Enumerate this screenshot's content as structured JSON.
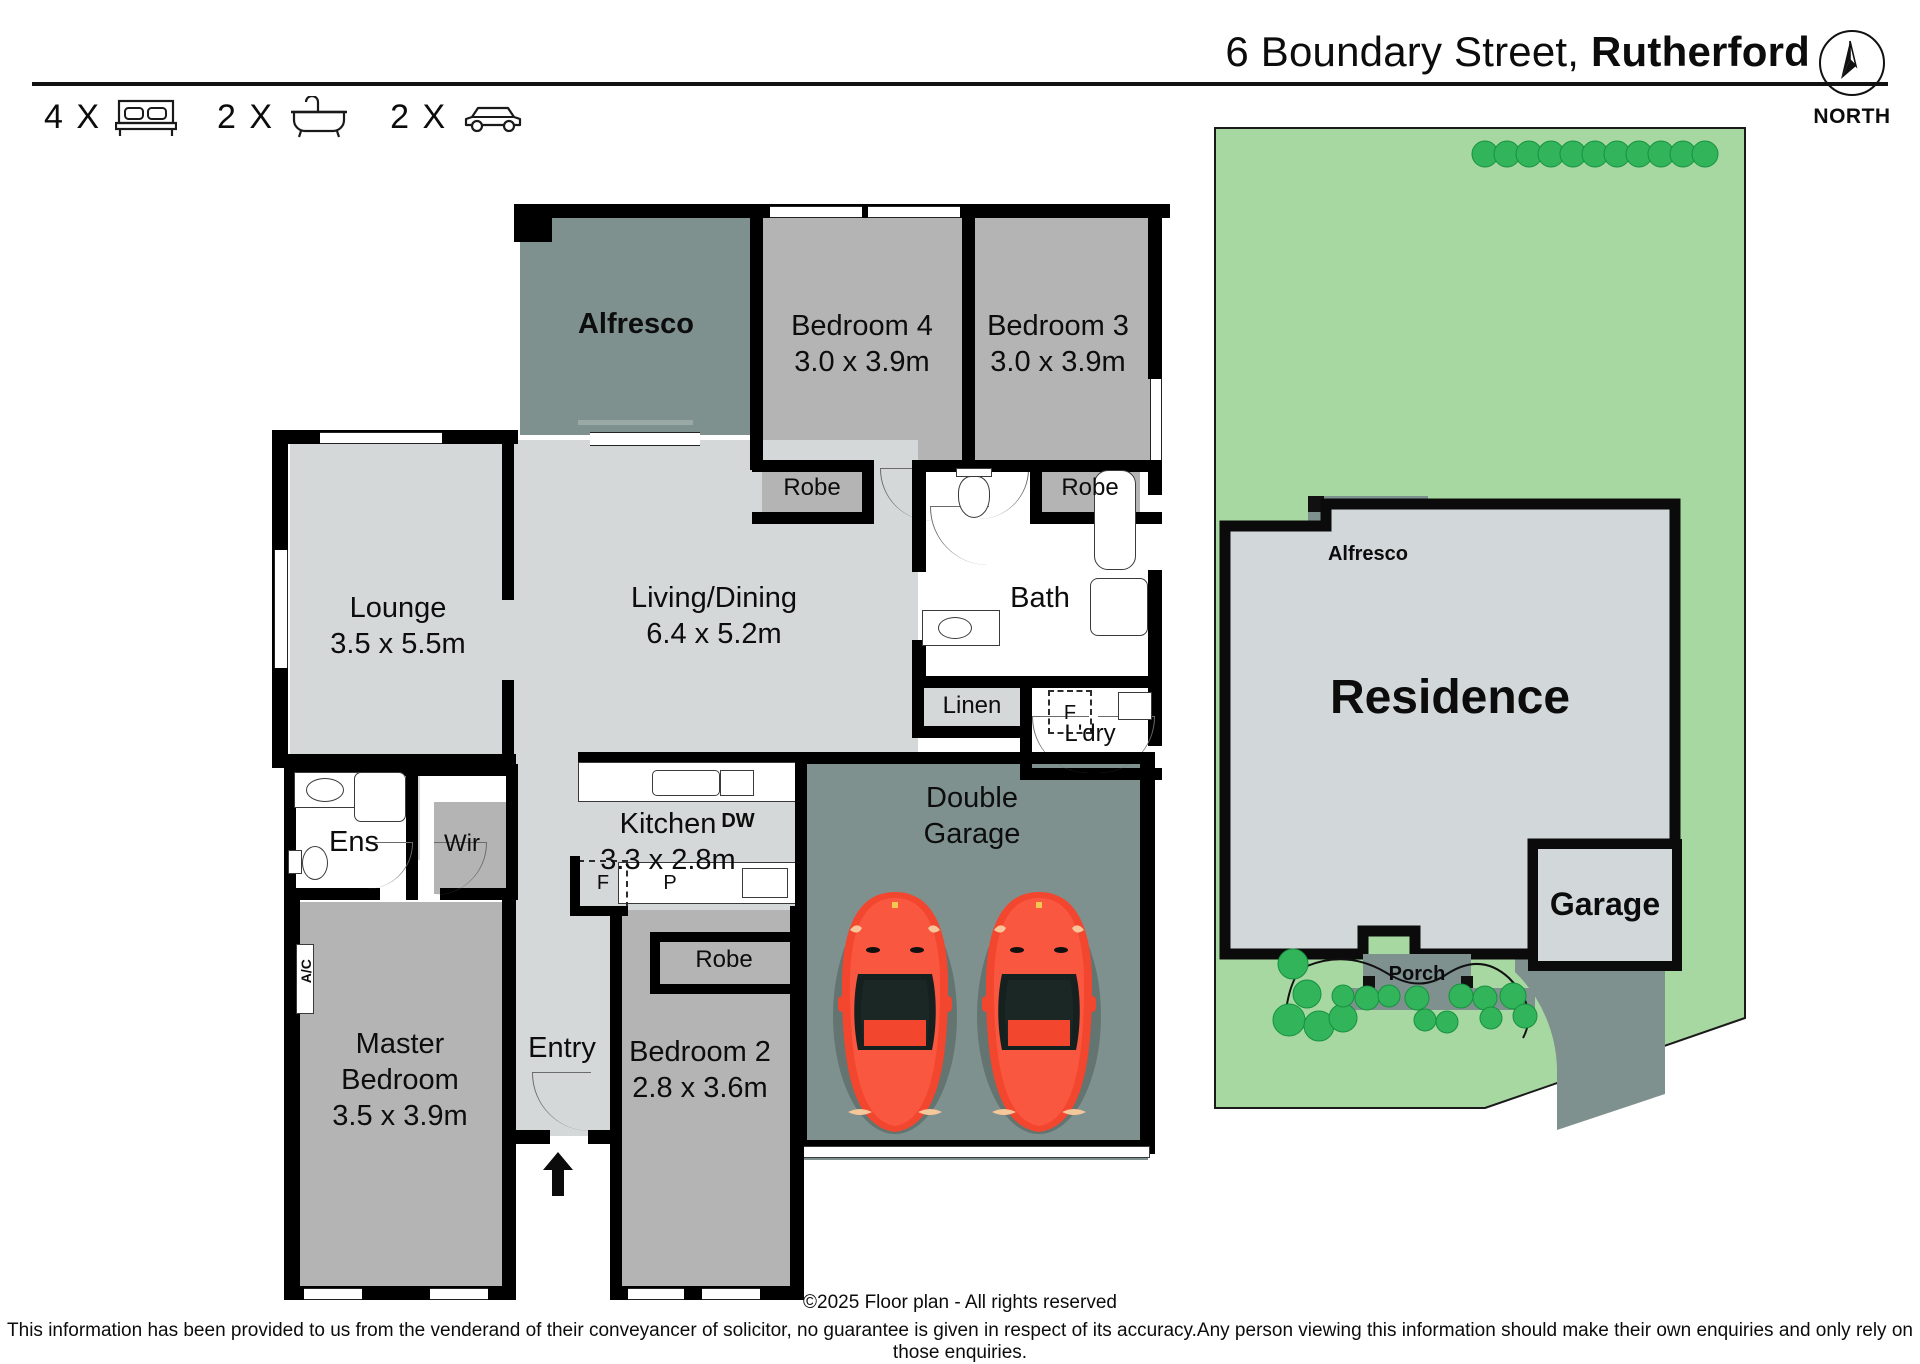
{
  "header": {
    "title_street": "6 Boundary Street, ",
    "title_suburb": "Rutherford"
  },
  "features": [
    {
      "count": "4 X",
      "icon": "bed-icon",
      "name": "bedrooms"
    },
    {
      "count": "2 X",
      "icon": "bathtub-icon",
      "name": "bathrooms"
    },
    {
      "count": "2 X",
      "icon": "car-icon",
      "name": "car-spaces"
    }
  ],
  "compass": {
    "label": "NORTH",
    "icon": "compass-needle-icon"
  },
  "floorplan": {
    "rooms": [
      {
        "name": "alfresco",
        "label": "Alfresco",
        "dim": ""
      },
      {
        "name": "bedroom-4",
        "label": "Bedroom 4",
        "dim": "3.0 x 3.9m"
      },
      {
        "name": "bedroom-3",
        "label": "Bedroom 3",
        "dim": "3.0 x 3.9m"
      },
      {
        "name": "lounge",
        "label": "Lounge",
        "dim": "3.5 x 5.5m"
      },
      {
        "name": "living-dining",
        "label": "Living/Dining",
        "dim": "6.4 x 5.2m"
      },
      {
        "name": "bath",
        "label": "Bath",
        "dim": ""
      },
      {
        "name": "linen",
        "label": "Linen",
        "dim": ""
      },
      {
        "name": "laundry",
        "label": "L'dry",
        "dim": ""
      },
      {
        "name": "kitchen",
        "label": "Kitchen",
        "dim": "3.3 x 2.8m"
      },
      {
        "name": "double-garage",
        "label1": "Double",
        "label2": "Garage",
        "dim": ""
      },
      {
        "name": "ensuite",
        "label": "Ens",
        "dim": ""
      },
      {
        "name": "walk-in-robe",
        "label": "Wir",
        "dim": ""
      },
      {
        "name": "master-bedroom",
        "label1": "Master",
        "label2": "Bedroom",
        "dim": "3.5 x 3.9m"
      },
      {
        "name": "entry",
        "label": "Entry",
        "dim": ""
      },
      {
        "name": "bedroom-2",
        "label": "Bedroom 2",
        "dim": "2.8 x 3.6m"
      }
    ],
    "robe_bed4": "Robe",
    "robe_bed3": "Robe",
    "robe_bed2": "Robe",
    "ac_label": "A/C",
    "dishwasher_label": "DW",
    "fridge_label": "F",
    "pantry_label": "P",
    "laundry_fridge_label": "F"
  },
  "siteplan": {
    "residence": "Residence",
    "garage": "Garage",
    "alfresco": "Alfresco",
    "porch": "Porch"
  },
  "footer": {
    "copyright": "©2025 Floor plan  - All rights reserved",
    "disclaimer": "This information has been provided to us from the venderand of their conveyancer of solicitor, no guarantee is given in respect of its accuracy.Any person viewing this information should make their own enquiries and only rely on those enquiries."
  },
  "colors": {
    "wall": "#000000",
    "room_grey": "#b4b4b4",
    "living_grey": "#d4d8d8",
    "alfresco_green": "#7e918e",
    "garage_green": "#7e918e",
    "lawn_green": "#a8d8a2",
    "site_building": "#d2d7d9",
    "hedge_green": "#32b45a",
    "car_red": "#f2462f"
  }
}
